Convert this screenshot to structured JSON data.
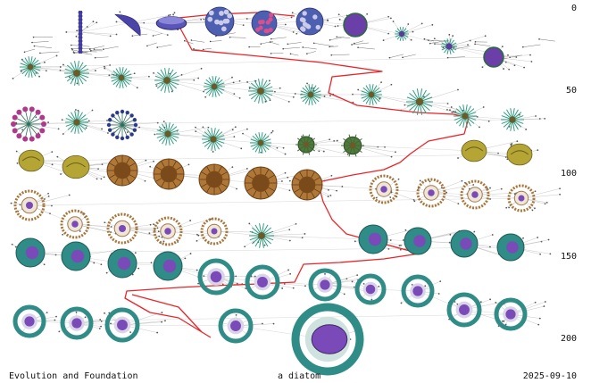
{
  "footer": {
    "left": "Evolution and Foundation",
    "center": "a diatom",
    "right": "2025-09-10"
  },
  "y_axis": {
    "ticks": [
      "0",
      "50",
      "100",
      "150",
      "200"
    ]
  },
  "colors": {
    "background": "#ffffff",
    "lineage_path": "#e8262a",
    "branch_lines": "#9a9a9a",
    "blue_forms": "#4a44a8",
    "green_radials": "#2f9e83",
    "gold_forms": "#b5a534",
    "bronze_forms": "#b07838",
    "teal_shells": "#2f8c86",
    "purple_core": "#7a4ab8"
  }
}
